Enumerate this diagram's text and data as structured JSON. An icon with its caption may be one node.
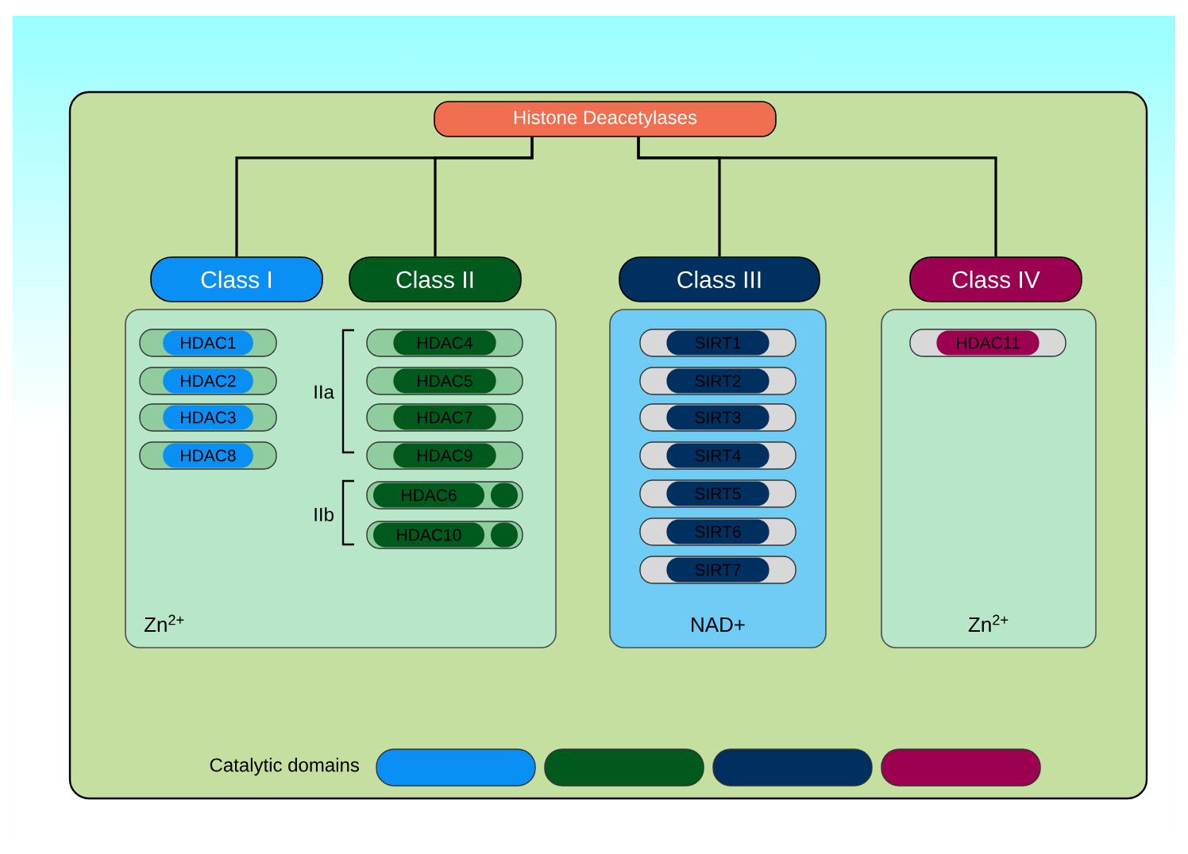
{
  "diagram": {
    "nodes": [
      {
        "text": [
          "Histone Deacetylases"
        ]
      },
      {
        "text": [
          "Class I"
        ]
      },
      {
        "text": [
          "Class II"
        ]
      },
      {
        "text": [
          "Class III"
        ]
      },
      {
        "text": [
          "Class IV"
        ]
      },
      {
        "text": [
          "Zn$^{2+}$"
        ]
      },
      {
        "text": [
          "NAD+"
        ]
      },
      {
        "text": [
          "Zn$^{2+}$"
        ]
      },
      {
        "text": [
          "HDAC1"
        ],
        "in": 5
      },
      {
        "text": [
          "HDAC2"
        ],
        "in": 5
      },
      {
        "text": [
          "HDAC3"
        ],
        "in": 5
      },
      {
        "text": [
          "HDAC8"
        ],
        "in": 5
      },
      {
        "text": [
          "HDAC4"
        ],
        "in": 5
      },
      {
        "text": [
          "HDAC5"
        ],
        "in": 5
      },
      {
        "text": [
          "HDAC7"
        ],
        "in": 5
      },
      {
        "text": [
          "HDAC9"
        ],
        "in": 5
      },
      {
        "text": [
          "HDAC6"
        ],
        "in": 5
      },
      {
        "text": [
          "HDAC10"
        ],
        "in": 5
      },
      {
        "text": [
          "SIRT1"
        ],
        "in": 6
      },
      {
        "text": [
          "SIRT2"
        ],
        "in": 6
      },
      {
        "text": [
          "SIRT3"
        ],
        "in": 6
      },
      {
        "text": [
          "SIRT4"
        ],
        "in": 6
      },
      {
        "text": [
          "SIRT5"
        ],
        "in": 6
      },
      {
        "text": [
          "SIRT6"
        ],
        "in": 6
      },
      {
        "text": [
          "SIRT7"
        ],
        "in": 6
      },
      {
        "text": [
          "HDAC11"
        ],
        "in": 7
      }
    ],
    "edges": [
      {
        "from": 0,
        "to": 1,
        "arrow": "none"
      },
      {
        "from": 0,
        "to": 2,
        "arrow": "none"
      },
      {
        "from": 0,
        "to": 3,
        "arrow": "none"
      },
      {
        "from": 0,
        "to": 4,
        "arrow": "none"
      }
    ],
    "labels": [
      "IIa",
      "IIb"
    ],
    "legend": [
      {
        "text": "Catalytic domains",
        "color": "#0a8ff5"
      }
    ]
  }
}
